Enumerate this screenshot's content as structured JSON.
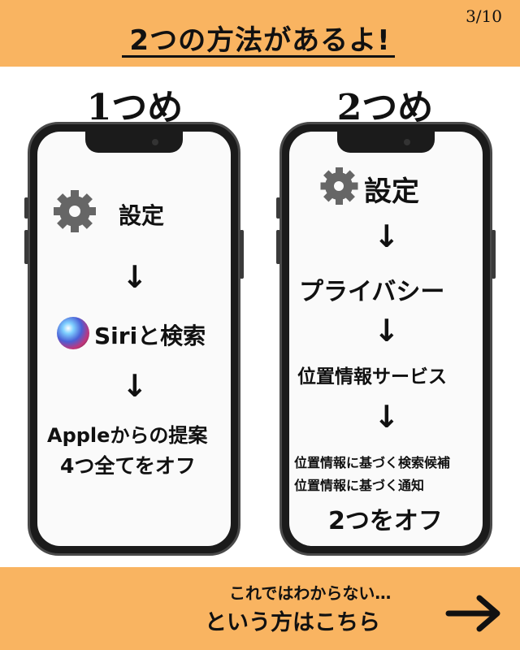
{
  "header": {
    "title": "2つの方法があるよ!",
    "page_counter": "3/10"
  },
  "method1": {
    "heading": "1つめ",
    "step1": "設定",
    "arrow": "↓",
    "step2": "Siriと検索",
    "step3_line1": "Appleからの提案",
    "step3_line2": "4つ全てをオフ"
  },
  "method2": {
    "heading": "2つめ",
    "step1": "設定",
    "arrow": "↓",
    "step2": "プライバシー",
    "step3": "位置情報サービス",
    "step4_line1": "位置情報に基づく検索候補",
    "step4_line2": "位置情報に基づく通知",
    "step5": "2つをオフ"
  },
  "footer": {
    "line1": "これではわからない…",
    "line2": "という方はこちら"
  },
  "colors": {
    "accent": "#f9b461",
    "gear": "#666666",
    "phone_frame": "#1b1b1b"
  }
}
